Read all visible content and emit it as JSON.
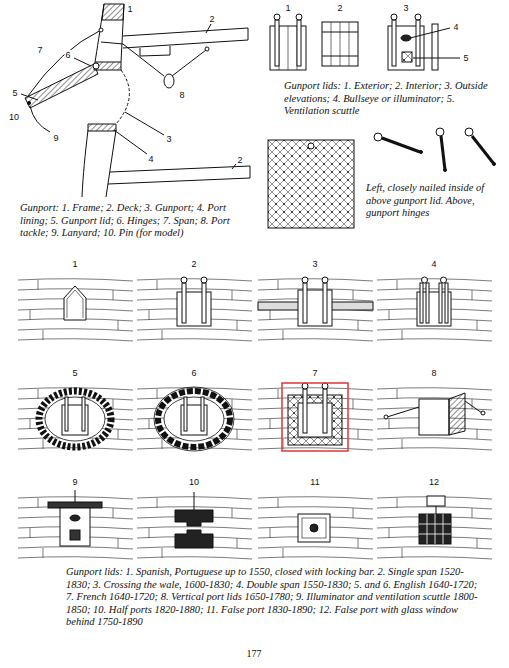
{
  "diagram": {
    "caption": "Gunport lids: 1. Spanish, Portuguese up to 1550, closed with locking bar. 2. Single span 1520-1830; 3. Crossing the wale, 1600-1830; 4. Double span 1550-1830; 5. and 6. English 1640-1720; 7. French 1640-1720; 8. Vertical port lids 1650-1780; 9. Illuminator and ventilation scuttle 1800-1850; 10. Half ports 1820-1880; 11. False port 1830-1890; 12. False port with glass window behind 1750-1890",
    "labels": [
      "1",
      "2",
      "7",
      "6",
      "5",
      "10",
      "9",
      "3",
      "4",
      "8",
      "2",
      "Gunport: 1. Frame; 2. Deck; 3. Gunport; 4. Port lining; 5. Gunport lid; 6. Hinges; 7. Span; 8. Port tackle; 9. Lanyard; 10. Pin (for model)",
      "1",
      "2",
      "3",
      "4",
      "5",
      "Gunport lids: 1. Exterior; 2. Interior; 3. Outside elevations; 4. Bullseye or illuminator; 5. Ventilation scuttle",
      "Left, closely nailed inside of above gunport lid. Above, gunport hinges",
      "1",
      "2",
      "3",
      "4",
      "5",
      "6",
      "7",
      "8",
      "9",
      "10",
      "11",
      "12",
      "177"
    ]
  }
}
